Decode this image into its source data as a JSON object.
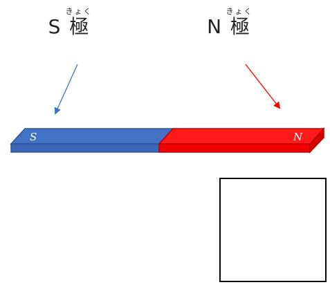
{
  "labels": {
    "s_pole": {
      "ruby": "きょく",
      "text": "S 極"
    },
    "n_pole": {
      "ruby": "きょく",
      "text": "N 極"
    }
  },
  "magnet": {
    "s_letter": "S",
    "n_letter": "N",
    "s_color": "#4472C4",
    "n_color": "#FF0000"
  },
  "arrows": {
    "s_arrow_color": "#4472C4",
    "n_arrow_color": "#FF0000"
  }
}
